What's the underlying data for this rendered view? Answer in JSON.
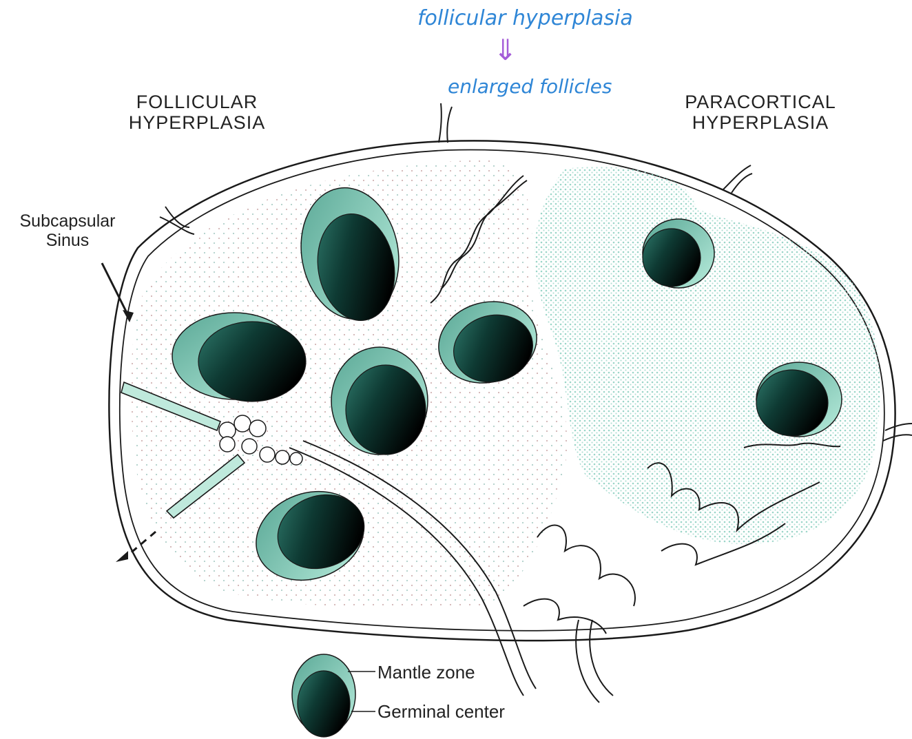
{
  "annotations": {
    "line1": "follicular hyperplasia",
    "arrow": "⇓",
    "line2": "enlarged follicles"
  },
  "labels": {
    "left_region_line1": "FOLLICULAR",
    "left_region_line2": "HYPERPLASIA",
    "right_region_line1": "PARACORTICAL",
    "right_region_line2": "HYPERPLASIA",
    "sinus_line1": "Subcapsular",
    "sinus_line2": "Sinus"
  },
  "legend": {
    "mantle": "Mantle zone",
    "germinal": "Germinal center"
  },
  "colors": {
    "annotation_blue": "#2f86d6",
    "annotation_arrow": "#a45cd8",
    "mantle_fill": "#8fd3bf",
    "germinal_dark": "#0b2e28",
    "paracortex_dots": "#9fd8cc",
    "outline": "#1a1a1a"
  }
}
